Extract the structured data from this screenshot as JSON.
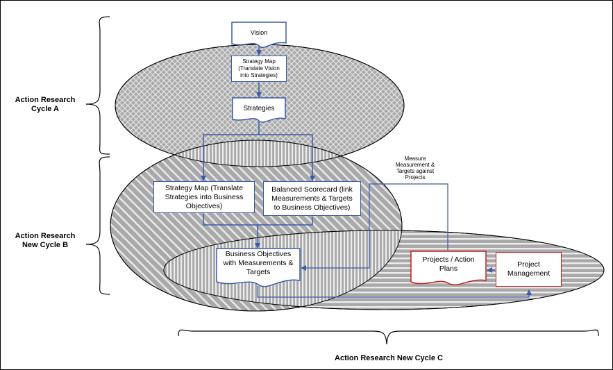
{
  "cycles": {
    "a": "Action Research\nCycle A",
    "b": "Action Research\nNew Cycle B",
    "c": "Action Research New Cycle C"
  },
  "boxes": {
    "vision": "Vision",
    "strategy_map_vision": "Strategy Map\n(Translate Vision\ninto Strategies)",
    "strategies": "Strategies",
    "strategy_map_objectives": "Strategy Map (Translate\nStrategies into Business\nObjectives)",
    "balanced_scorecard": "Balanced Scorecard (link\nMeasurements & Targets\nto Business Objectives)",
    "business_objectives": "Business Objectives\nwith Measurements &\nTargets",
    "projects_action_plans": "Projects / Action\nPlans",
    "project_management": "Project\nManagement"
  },
  "annotation": "Measure\nMeasurement &\nTargets against\nProjects",
  "colors": {
    "blue_border": "#3a5ba8",
    "red_border": "#c81e1e",
    "ellipse_fill": "#a9a9a9",
    "pattern_lines": "#e6e6e6"
  }
}
